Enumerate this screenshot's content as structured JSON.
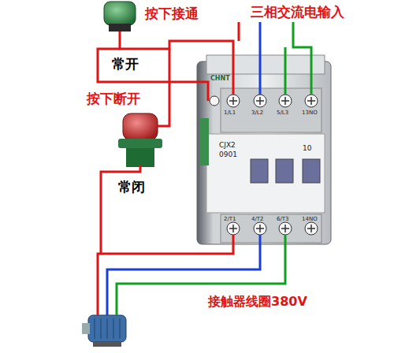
{
  "diagram": {
    "labels": [
      "按下接通",
      "三相交流电输入",
      "常开",
      "按下断开",
      "常闭",
      "接触器线圈380V",
      "CHNT",
      "CJX2",
      "0901",
      "10",
      "1/L1",
      "3/L2",
      "5/L3",
      "13NO",
      "2/T1",
      "4/T2",
      "6/T3",
      "14NO"
    ]
  }
}
